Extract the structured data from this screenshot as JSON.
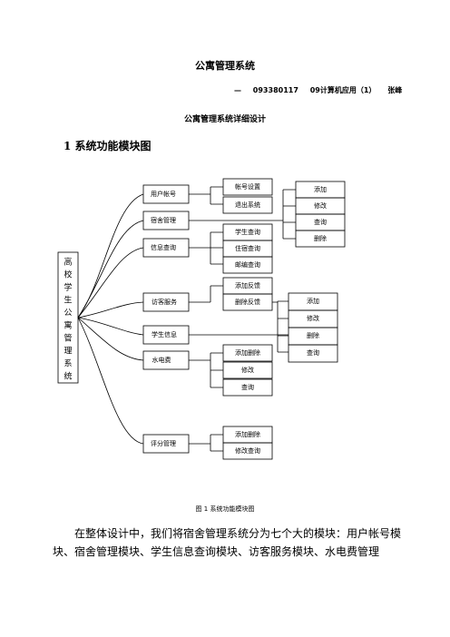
{
  "document": {
    "title": "公寓管理系统",
    "author_dash": "—",
    "student_id": "093380117",
    "class_name": "09计算机应用（1）",
    "author_name": "张峰",
    "subtitle": "公寓管理系统详细设计",
    "section_number": "1",
    "section_title": "系统功能模块图",
    "figure_caption": "图 1    系统功能模块图",
    "paragraph": "在整体设计中，我们将宿舍管理系统分为七个大的模块：用户帐号模块、宿舍管理模块、学生信息查询模块、访客服务模块、水电费管理"
  },
  "diagram": {
    "root": [
      "高",
      "校",
      "学",
      "生",
      "公",
      "寓",
      "管",
      "理",
      "系",
      "统"
    ],
    "modules": [
      "用户帐号",
      "宿舍管理",
      "信息查询",
      "访客服务",
      "学生信息",
      "水电费",
      "评分管理"
    ],
    "account_children": [
      "帐号设置",
      "退出系统"
    ],
    "query_children": [
      "学生查询",
      "住宿查询",
      "邮编查询"
    ],
    "visitor_children": [
      "添加反馈",
      "删除反馈"
    ],
    "utility_children": [
      "添加删除",
      "修改",
      "查询"
    ],
    "score_children": [
      "添加删除",
      "修改查询"
    ],
    "crud_top": [
      "添加",
      "修改",
      "查询",
      "删除"
    ],
    "crud_mid": [
      "添加",
      "修改",
      "删除",
      "查询"
    ]
  }
}
